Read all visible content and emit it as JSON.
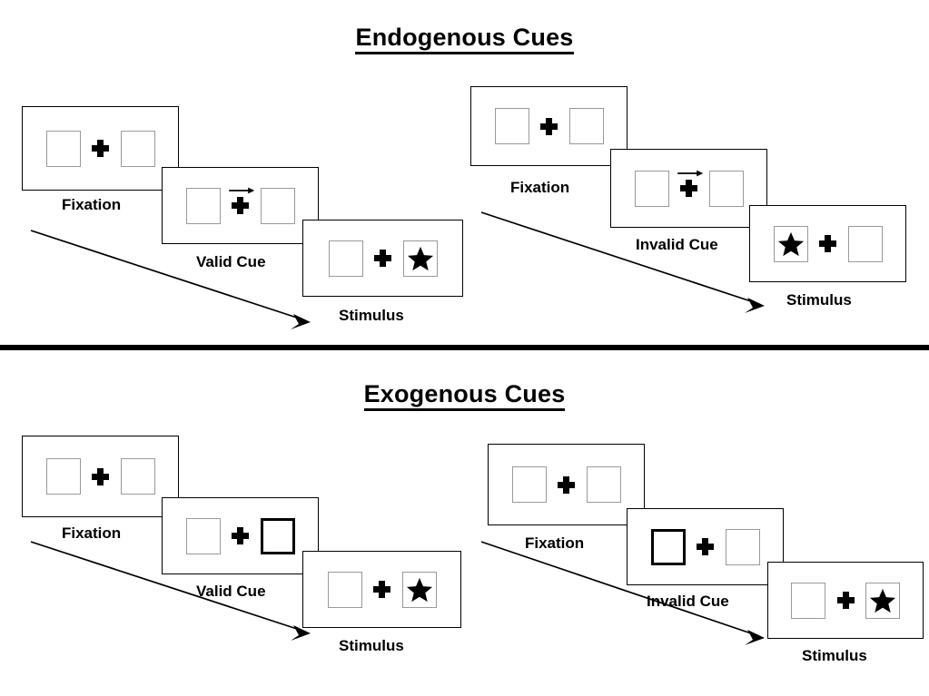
{
  "sections": [
    {
      "id": "endogenous",
      "title": "Endogenous Cues",
      "columns": [
        {
          "id": "endogenous-valid",
          "frames": [
            {
              "label": "Fixation",
              "cue": "none",
              "left_box": "empty",
              "right_box": "empty"
            },
            {
              "label": "Valid Cue",
              "cue": "arrow-right",
              "left_box": "empty",
              "right_box": "empty"
            },
            {
              "label": "Stimulus",
              "cue": "none",
              "left_box": "empty",
              "right_box": "star"
            }
          ]
        },
        {
          "id": "endogenous-invalid",
          "frames": [
            {
              "label": "Fixation",
              "cue": "none",
              "left_box": "empty",
              "right_box": "empty"
            },
            {
              "label": "Invalid Cue",
              "cue": "arrow-right",
              "left_box": "empty",
              "right_box": "empty"
            },
            {
              "label": "Stimulus",
              "cue": "none",
              "left_box": "star",
              "right_box": "empty"
            }
          ]
        }
      ]
    },
    {
      "id": "exogenous",
      "title": "Exogenous Cues",
      "columns": [
        {
          "id": "exogenous-valid",
          "frames": [
            {
              "label": "Fixation",
              "cue": "none",
              "left_box": "empty",
              "right_box": "empty"
            },
            {
              "label": "Valid Cue",
              "cue": "none",
              "left_box": "empty",
              "right_box": "highlight"
            },
            {
              "label": "Stimulus",
              "cue": "none",
              "left_box": "empty",
              "right_box": "star"
            }
          ]
        },
        {
          "id": "exogenous-invalid",
          "frames": [
            {
              "label": "Fixation",
              "cue": "none",
              "left_box": "empty",
              "right_box": "empty"
            },
            {
              "label": "Invalid Cue",
              "cue": "none",
              "left_box": "highlight",
              "right_box": "empty"
            },
            {
              "label": "Stimulus",
              "cue": "none",
              "left_box": "empty",
              "right_box": "star"
            }
          ]
        }
      ]
    }
  ],
  "captions": {
    "tl_fixation": "Fixation",
    "tl_cue": "Valid Cue",
    "tl_stimulus": "Stimulus",
    "tr_fixation": "Fixation",
    "tr_cue": "Invalid Cue",
    "tr_stimulus": "Stimulus",
    "bl_fixation": "Fixation",
    "bl_cue": "Valid Cue",
    "bl_stimulus": "Stimulus",
    "br_fixation": "Fixation",
    "br_cue": "Invalid Cue",
    "br_stimulus": "Stimulus"
  },
  "titles": {
    "endogenous": "Endogenous Cues",
    "exogenous": "Exogenous Cues"
  },
  "colors": {
    "background": "#ffffff",
    "ink": "#000000",
    "box_border": "#9a9a9a",
    "highlight_border": "#000000"
  },
  "icons": {
    "star": "star-icon",
    "cross": "fixation-cross-icon",
    "cue_arrow": "cue-arrow-right-icon",
    "time_arrow": "time-flow-arrow-icon"
  }
}
